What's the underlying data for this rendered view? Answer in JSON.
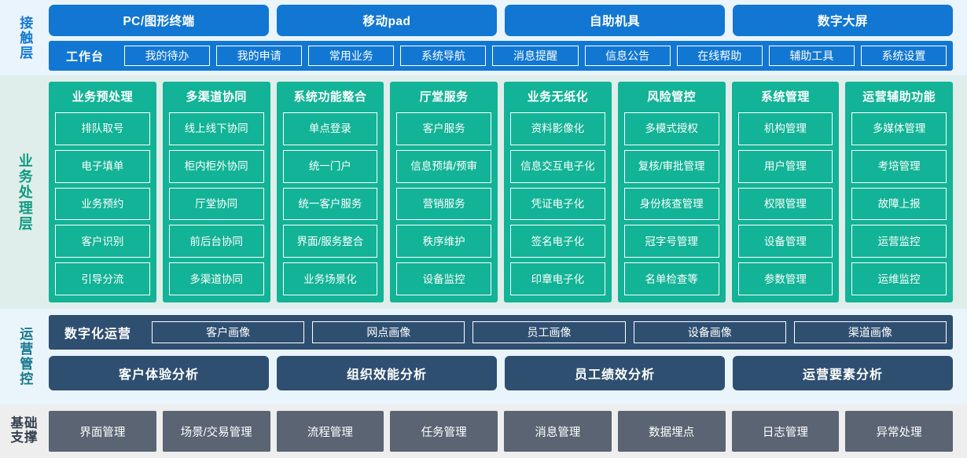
{
  "layers": {
    "contact": {
      "label": "接触层",
      "channels": [
        "PC/图形终端",
        "移动pad",
        "自助机具",
        "数字大屏"
      ],
      "workbench_title": "工作台",
      "workbench_items": [
        "我的待办",
        "我的申请",
        "常用业务",
        "系统导航",
        "消息提醒",
        "信息公告",
        "在线帮助",
        "辅助工具",
        "系统设置"
      ]
    },
    "business": {
      "label": "业务处理层",
      "columns": [
        {
          "title": "业务预处理",
          "items": [
            "排队取号",
            "电子填单",
            "业务预约",
            "客户识别",
            "引导分流"
          ]
        },
        {
          "title": "多渠道协同",
          "items": [
            "线上线下协同",
            "柜内柜外协同",
            "厅堂协同",
            "前后台协同",
            "多渠道协同"
          ]
        },
        {
          "title": "系统功能整合",
          "items": [
            "单点登录",
            "统一门户",
            "统一客户服务",
            "界面/服务整合",
            "业务场景化"
          ]
        },
        {
          "title": "厅堂服务",
          "items": [
            "客户服务",
            "信息预填/预审",
            "营销服务",
            "秩序维护",
            "设备监控"
          ]
        },
        {
          "title": "业务无纸化",
          "items": [
            "资料影像化",
            "信息交互电子化",
            "凭证电子化",
            "签名电子化",
            "印章电子化"
          ]
        },
        {
          "title": "风险管控",
          "items": [
            "多模式授权",
            "复核/审批管理",
            "身份核查管理",
            "冠字号管理",
            "名单检查等"
          ]
        },
        {
          "title": "系统管理",
          "items": [
            "机构管理",
            "用户管理",
            "权限管理",
            "设备管理",
            "参数管理"
          ]
        },
        {
          "title": "运营辅助功能",
          "items": [
            "多媒体管理",
            "考培管理",
            "故障上报",
            "运营监控",
            "运维监控"
          ]
        }
      ]
    },
    "operations": {
      "label": "运营管控",
      "digital_title": "数字化运营",
      "portraits": [
        "客户画像",
        "网点画像",
        "员工画像",
        "设备画像",
        "渠道画像"
      ],
      "analyses": [
        "客户体验分析",
        "组织效能分析",
        "员工绩效分析",
        "运营要素分析"
      ]
    },
    "base": {
      "label_line1": "基础",
      "label_line2": "支撑",
      "items": [
        "界面管理",
        "场景/交易管理",
        "流程管理",
        "任务管理",
        "消息管理",
        "数据埋点",
        "日志管理",
        "异常处理"
      ]
    }
  },
  "colors": {
    "contact_band_bg": "#eaf4fd",
    "contact_blue": "#1177d2",
    "contact_label": "#1579d4",
    "business_band_bg": "#dfeeea",
    "business_teal": "#12b396",
    "business_label": "#119b81",
    "ops_band_bg": "#e9f5fb",
    "ops_dark_blue": "#2f4f71",
    "ops_label": "#19788f",
    "base_band_bg": "#eeeeee",
    "base_gray": "#5a6472",
    "base_label": "#34404f"
  }
}
